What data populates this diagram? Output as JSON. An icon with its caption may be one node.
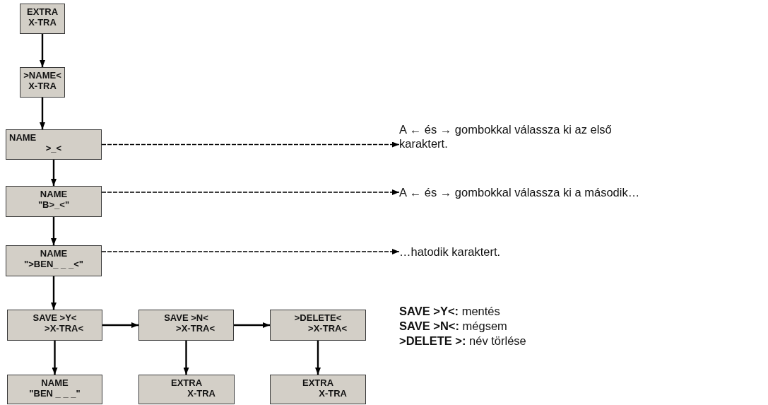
{
  "diagram": {
    "nodes": [
      {
        "text": [
          "EXTRA",
          "X-TRA"
        ]
      },
      {
        "text": [
          ">NAME<",
          "X-TRA"
        ]
      },
      {
        "text": [
          "NAME",
          ">_<"
        ]
      },
      {
        "text": [
          "NAME",
          "\"B>_<\""
        ]
      },
      {
        "text": [
          "NAME",
          "\">BEN_ _ _<\""
        ]
      },
      {
        "text": [
          "SAVE >Y<",
          ">X-TRA<"
        ]
      },
      {
        "text": [
          "SAVE >N<",
          ">X-TRA<"
        ]
      },
      {
        "text": [
          ">DELETE<",
          ">X-TRA<"
        ]
      },
      {
        "text": [
          "NAME",
          "\"BEN _ _ _\""
        ]
      },
      {
        "text": [
          "EXTRA",
          "X-TRA"
        ]
      },
      {
        "text": [
          "EXTRA",
          "X-TRA"
        ]
      },
      {
        "text": [
          "A ← és → gombokkal válassza ki az első karaktert."
        ]
      },
      {
        "text": [
          "A ← és → gombokkal válassza ki a második…"
        ]
      },
      {
        "text": [
          "…hatodik karaktert."
        ]
      }
    ],
    "edges": [
      {
        "from": 0,
        "to": 1,
        "arrow": "to"
      },
      {
        "from": 1,
        "to": 2,
        "arrow": "to"
      },
      {
        "from": 2,
        "to": 3,
        "arrow": "to"
      },
      {
        "from": 3,
        "to": 4,
        "arrow": "to"
      },
      {
        "from": 4,
        "to": 5,
        "arrow": "to"
      },
      {
        "from": 5,
        "to": 6,
        "arrow": "to"
      },
      {
        "from": 6,
        "to": 7,
        "arrow": "to"
      },
      {
        "from": 5,
        "to": 8,
        "arrow": "to"
      },
      {
        "from": 6,
        "to": 9,
        "arrow": "to"
      },
      {
        "from": 7,
        "to": 10,
        "arrow": "to"
      },
      {
        "from": 2,
        "to": 11,
        "arrow": "to",
        "style": "dashed"
      },
      {
        "from": 3,
        "to": 12,
        "arrow": "to",
        "style": "dashed"
      },
      {
        "from": 4,
        "to": 13,
        "arrow": "to",
        "style": "dashed"
      }
    ],
    "labels": [
      "**SAVE >Y<:** mentés",
      "**SAVE >N<:** mégsem",
      "**>DELETE >:** név törlése"
    ]
  }
}
